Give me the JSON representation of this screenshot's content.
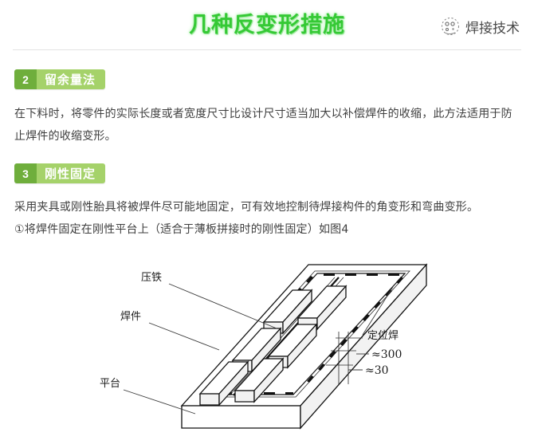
{
  "header": {
    "title": "几种反变形措施",
    "brand_name": "焊接技术",
    "brand_icon": "circular-qr-logo-icon"
  },
  "sections": [
    {
      "number": "2",
      "label": "留余量法",
      "paragraphs": [
        "在下料时，将零件的实际长度或者宽度尺寸比设计尺寸适当加大以补偿焊件的收缩，此方法适用于防止焊件的收缩变形。"
      ]
    },
    {
      "number": "3",
      "label": "刚性固定",
      "paragraphs": [
        "采用夹具或刚性胎具将被焊件尽可能地固定，可有效地控制待焊接构件的角变形和弯曲变形。",
        "①将焊件固定在刚性平台上（适合于薄板拼接时的刚性固定）如图4"
      ]
    }
  ],
  "figure": {
    "name": "rigid-fixation-diagram",
    "labels": {
      "press_iron": "压铁",
      "weldment": "焊件",
      "platform": "平台",
      "tack_weld": "定位焊",
      "dim_long": "≈300",
      "dim_short": "≈30"
    }
  },
  "colors": {
    "title_green": "#35c935",
    "badge_num_green": "#6fae3c",
    "badge_label_green": "#a5d26a",
    "rule_gray": "#e2e2e2",
    "body_text": "#3f3f3f",
    "background": "#ffffff"
  }
}
